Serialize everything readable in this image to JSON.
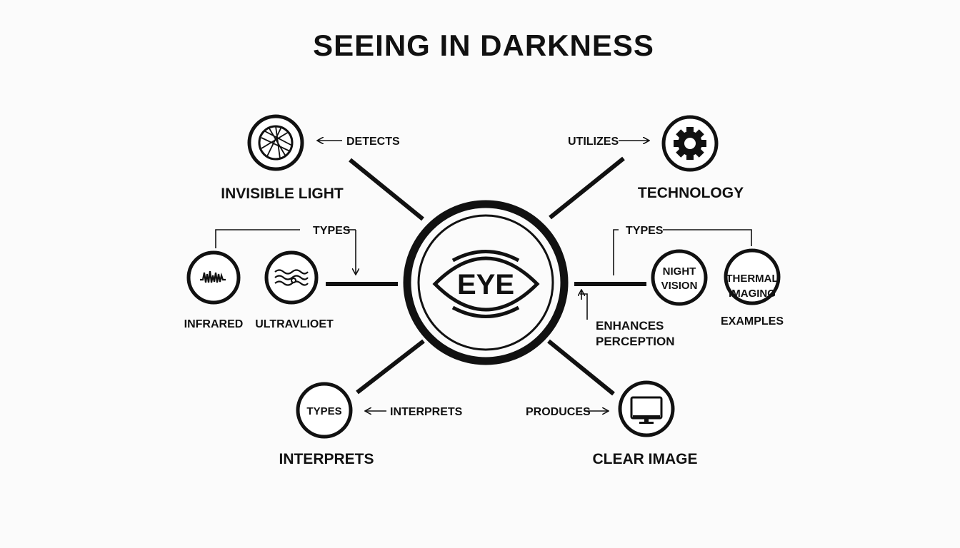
{
  "title": "SEEING IN DARKNESS",
  "center": {
    "label": "EYE"
  },
  "nodes": {
    "invisible_light": {
      "label": "INVISIBLE LIGHT",
      "icon": "lens-shutter-icon"
    },
    "technology": {
      "label": "TECHNOLOGY",
      "icon": "gear-icon"
    },
    "infrared": {
      "label": "INFRARED",
      "icon": "waveform-icon"
    },
    "ultraviolet": {
      "label": "ULTRAVLIOET",
      "icon": "waves-icon"
    },
    "night_vision": {
      "inner_line1": "NIGHT",
      "inner_line2": "VISION"
    },
    "thermal_imaging": {
      "inner_line1": "THERMAL",
      "inner_line2": "IMAGING",
      "caption": "EXAMPLES"
    },
    "interprets": {
      "inner": "TYPES",
      "label": "INTERPRETS"
    },
    "clear_image": {
      "label": "CLEAR IMAGE",
      "icon": "monitor-icon"
    }
  },
  "connectors": {
    "detects": "DETECTS",
    "utilizes": "UTILIZES",
    "types_left": "TYPES",
    "types_right": "TYPES",
    "enhances_line1": "ENHANCES",
    "enhances_line2": "PERCEPTION",
    "interprets": "INTERPRETS",
    "produces": "PRODUCES"
  },
  "colors": {
    "ink": "#111111",
    "background": "#fbfbfb"
  }
}
